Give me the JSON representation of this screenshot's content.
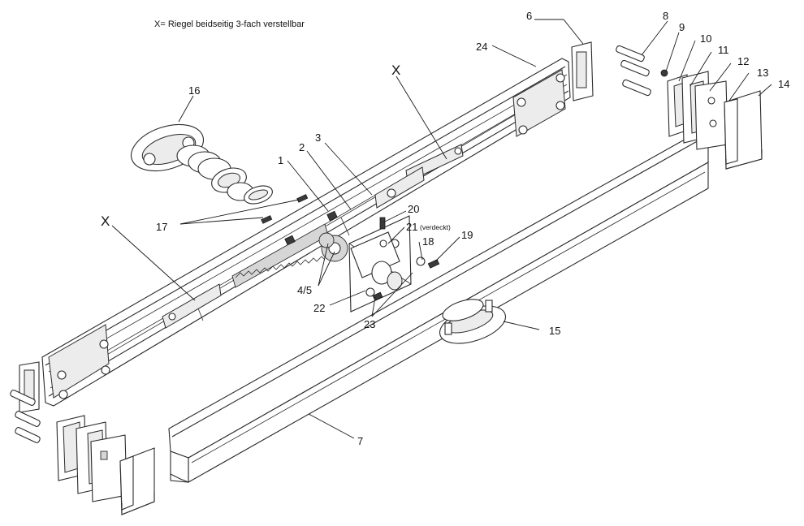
{
  "legend": "X= Riegel beidseitig 3-fach verstellbar",
  "labels": {
    "p1": "1",
    "p2": "2",
    "p3": "3",
    "p45": "4/5",
    "p6": "6",
    "p7": "7",
    "p8": "8",
    "p9": "9",
    "p10": "10",
    "p11": "11",
    "p12": "12",
    "p13": "13",
    "p14": "14",
    "p15": "15",
    "p16": "16",
    "p17": "17",
    "p18": "18",
    "p19": "19",
    "p20": "20",
    "p21": "21",
    "p21_note": "(verdeckt)",
    "p22": "22",
    "p23": "23",
    "p24": "24",
    "x_top": "X",
    "x_left": "X"
  }
}
